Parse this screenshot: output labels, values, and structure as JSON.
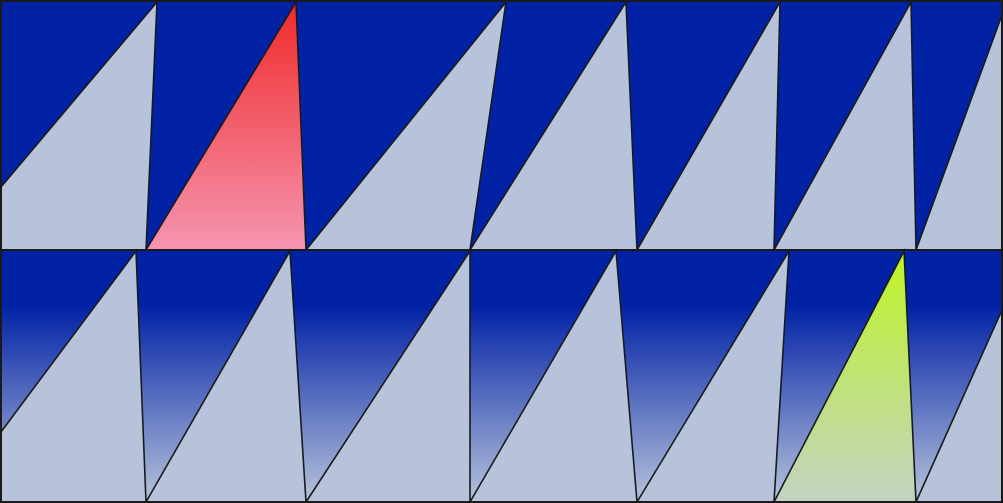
{
  "colors": {
    "dark_blue": "#0222a6",
    "light_blue": "#b7c3db",
    "red_top": "#f02a2a",
    "red_bottom": "#f595b0",
    "green_top": "#bdf526",
    "green_bottom": "#c3d2c2",
    "gradient_bottom": "#b7c3db",
    "stroke": "#1a1a1a"
  },
  "pattern": {
    "rows": 2,
    "row_1_fill": "solid-dark-blue",
    "row_2_fill": "gradient-dark-to-light",
    "highlights": [
      {
        "row": 1,
        "triangle": 2,
        "color": "red"
      },
      {
        "row": 2,
        "triangle": 12,
        "color": "green"
      }
    ]
  }
}
